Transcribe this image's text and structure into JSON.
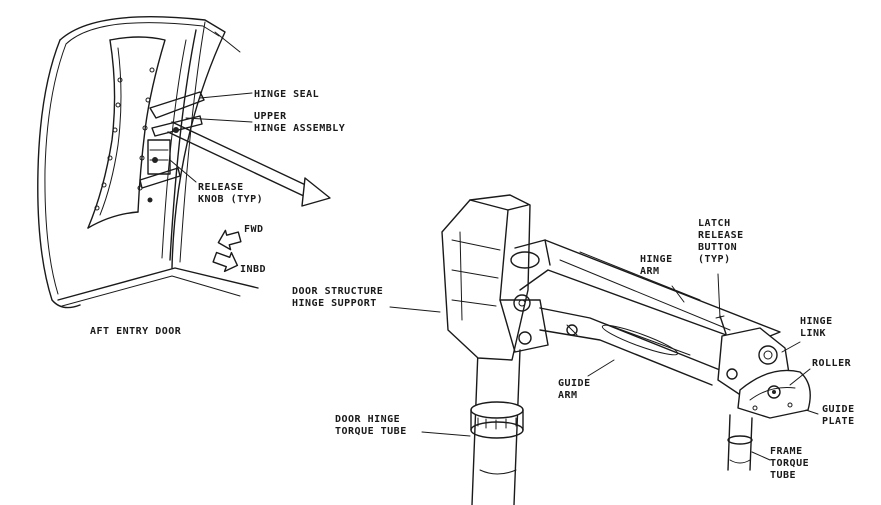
{
  "labels": {
    "hinge_seal": [
      "HINGE SEAL"
    ],
    "upper_hinge_assembly": [
      "UPPER",
      "HINGE ASSEMBLY"
    ],
    "release_knob": [
      "RELEASE",
      "KNOB (TYP)"
    ],
    "fwd": [
      "FWD"
    ],
    "inbd": [
      "INBD"
    ],
    "aft_entry_door": [
      "AFT ENTRY DOOR"
    ],
    "latch_release_button": [
      "LATCH",
      "RELEASE",
      "BUTTON",
      "(TYP)"
    ],
    "hinge_arm": [
      "HINGE",
      "ARM"
    ],
    "door_structure_hinge_support": [
      "DOOR STRUCTURE",
      "HINGE SUPPORT"
    ],
    "hinge_link": [
      "HINGE",
      "LINK"
    ],
    "roller": [
      "ROLLER"
    ],
    "guide_arm": [
      "GUIDE",
      "ARM"
    ],
    "guide_plate": [
      "GUIDE",
      "PLATE"
    ],
    "door_hinge_torque_tube": [
      "DOOR HINGE",
      "TORQUE TUBE"
    ],
    "frame_torque_tube": [
      "FRAME",
      "TORQUE",
      "TUBE"
    ]
  }
}
